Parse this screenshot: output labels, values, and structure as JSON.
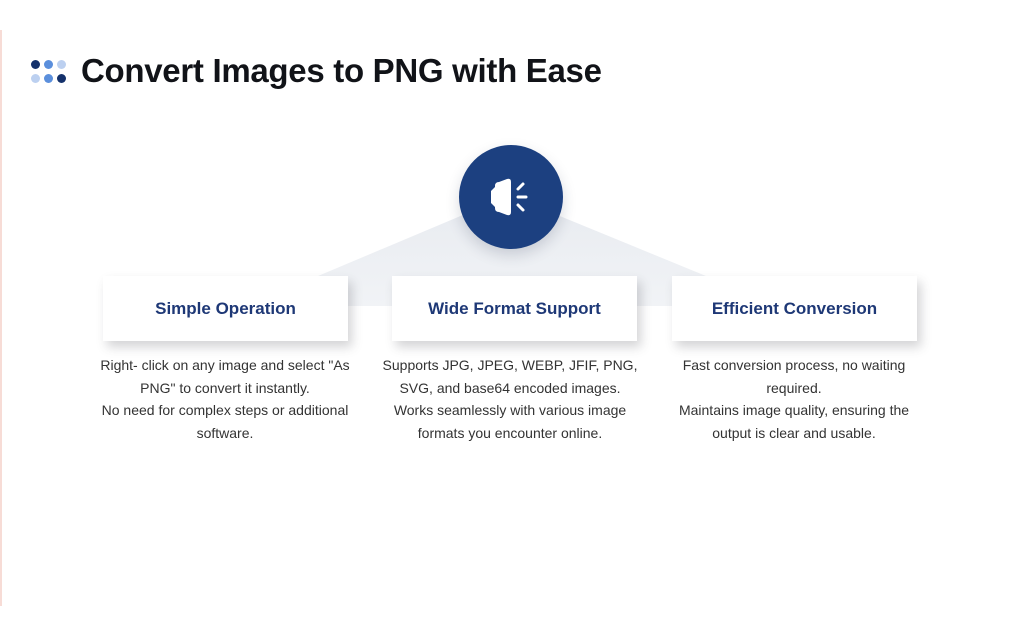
{
  "header": {
    "title": "Convert Images to PNG with Ease",
    "dots": [
      {
        "color": "#14316b"
      },
      {
        "color": "#5b8fdc"
      },
      {
        "color": "#bcd0f0"
      },
      {
        "color": "#bcd0f0"
      },
      {
        "color": "#5b8fdc"
      },
      {
        "color": "#14316b"
      }
    ]
  },
  "hub": {
    "icon": "megaphone-icon",
    "background_color": "#1c4080"
  },
  "colors": {
    "accent": "#1c4080",
    "card_title": "#1e3876",
    "body_text": "#333333",
    "connector_fill": "#eef0f4"
  },
  "features": [
    {
      "title": "Simple Operation",
      "description": [
        "Right- click on any image and select \"As PNG\" to convert it instantly.",
        "No need for complex steps or additional software."
      ]
    },
    {
      "title": "Wide Format Support",
      "description": [
        "Supports JPG, JPEG, WEBP, JFIF, PNG, SVG, and base64 encoded images.",
        "Works seamlessly with various image formats you encounter online."
      ]
    },
    {
      "title": "Efficient Conversion",
      "description": [
        "Fast conversion process, no waiting required.",
        "Maintains image quality, ensuring the output is clear and usable."
      ]
    }
  ]
}
